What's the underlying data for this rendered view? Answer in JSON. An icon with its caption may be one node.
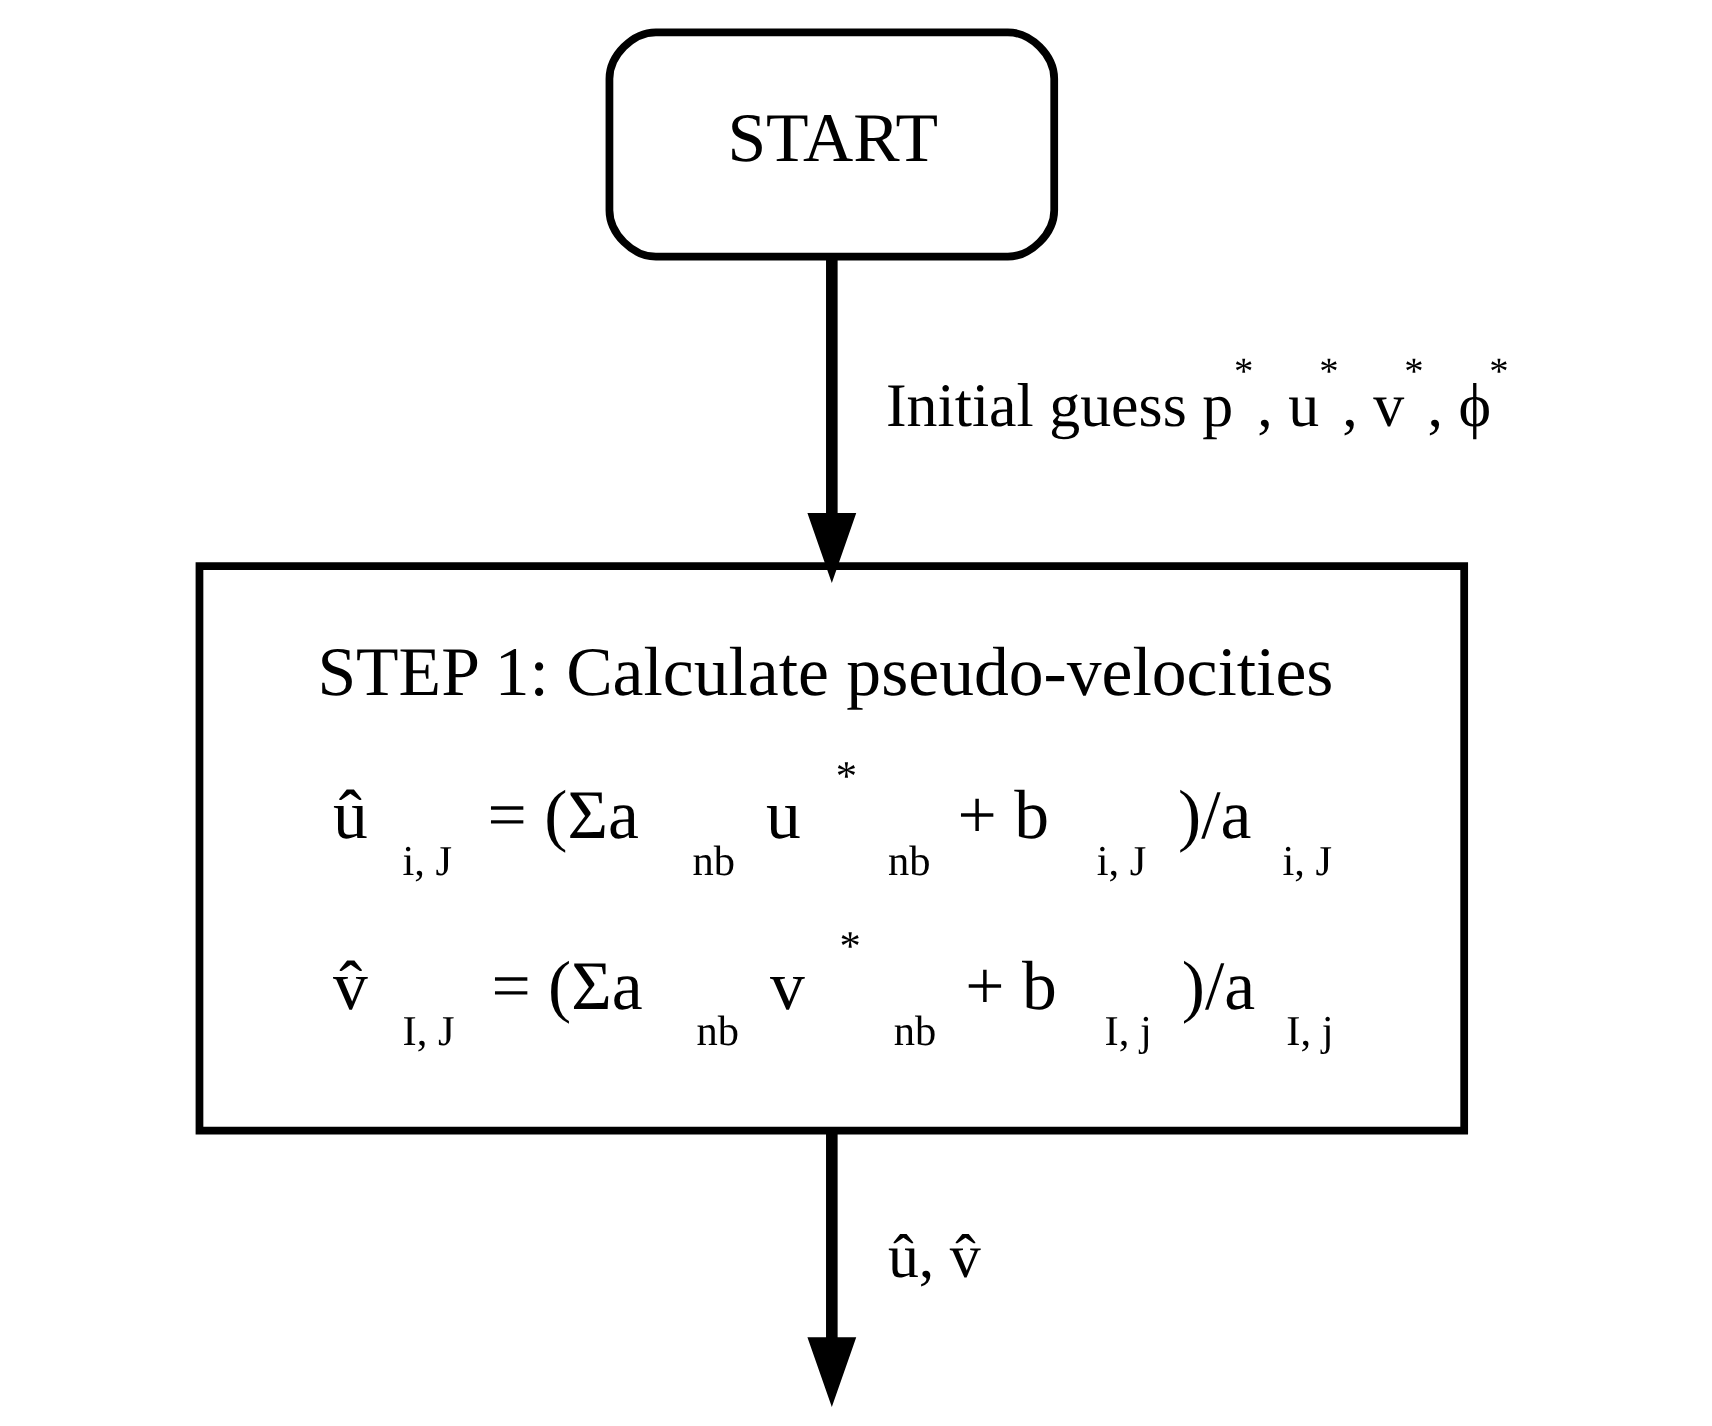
{
  "diagram": {
    "nodes": [
      {
        "text": [
          "START"
        ]
      },
      {
        "text": [
          "STEP 1: Calculate pseudo-velocities",
          "û$_{i, J}$ = (Σa$_{nb}$u$^{*}$$_{nb}$ + b$_{i, J}$)/a$_{i, J}$",
          "v̂$_{I, J}$ = (Σa$_{nb}$v$^{*}$$_{nb}$ + b$_{I, j}$)/a$_{I, j}$"
        ]
      }
    ],
    "edges": [
      {
        "from": 0,
        "to": 1,
        "arrow": "to",
        "label": "Initial guess p$^{*}$, u$^{*}$, v$^{*}$, ϕ$^{*}$"
      },
      {
        "from": 1,
        "to": null,
        "arrow": "to",
        "label": "û, v̂"
      }
    ]
  }
}
